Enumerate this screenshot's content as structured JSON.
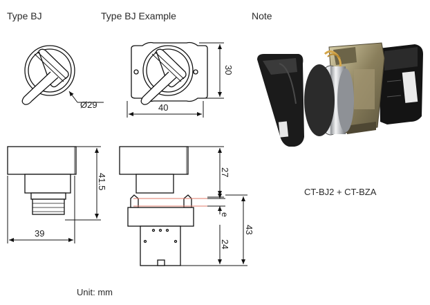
{
  "headings": {
    "type_bj": "Type BJ",
    "type_bj_example": "Type BJ Example",
    "note": "Note"
  },
  "dimensions": {
    "diameter": "Ø29",
    "width_40": "40",
    "height_30": "30",
    "height_41_5": "41.5",
    "width_39": "39",
    "height_27": "27",
    "label_e": "e",
    "height_43": "43",
    "height_24": "24"
  },
  "photo_caption": "CT-BJ2 + CT-BZA",
  "unit_label": "Unit: mm",
  "colors": {
    "line": "#111111",
    "dimension_line": "#111111",
    "highlight_line": "#e07a6a",
    "knob_black": "#1b1b1b",
    "chrome": "#c9cbce",
    "bracket": "#8f8466",
    "contact_block": "#141414"
  }
}
